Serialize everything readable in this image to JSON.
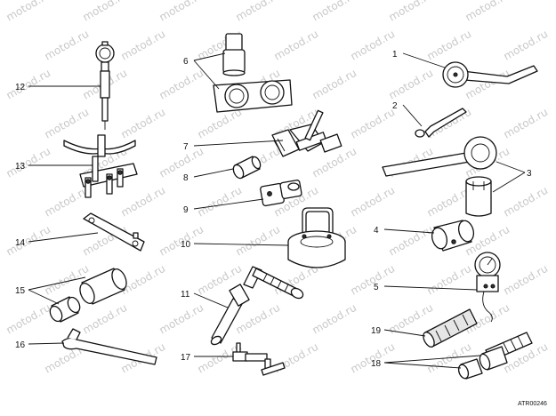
{
  "watermark": "motod.ru",
  "reference_code": "ATR00246",
  "callouts": {
    "c1": "1",
    "c2": "2",
    "c3": "3",
    "c4": "4",
    "c5": "5",
    "c6": "6",
    "c7": "7",
    "c8": "8",
    "c9": "9",
    "c10": "10",
    "c11": "11",
    "c12": "12",
    "c13": "13",
    "c14": "14",
    "c15": "15",
    "c16": "16",
    "c17": "17",
    "c18": "18",
    "c19": "19"
  },
  "colors": {
    "ink": "#111111",
    "watermark": "#c9c9c9",
    "background": "#ffffff"
  }
}
